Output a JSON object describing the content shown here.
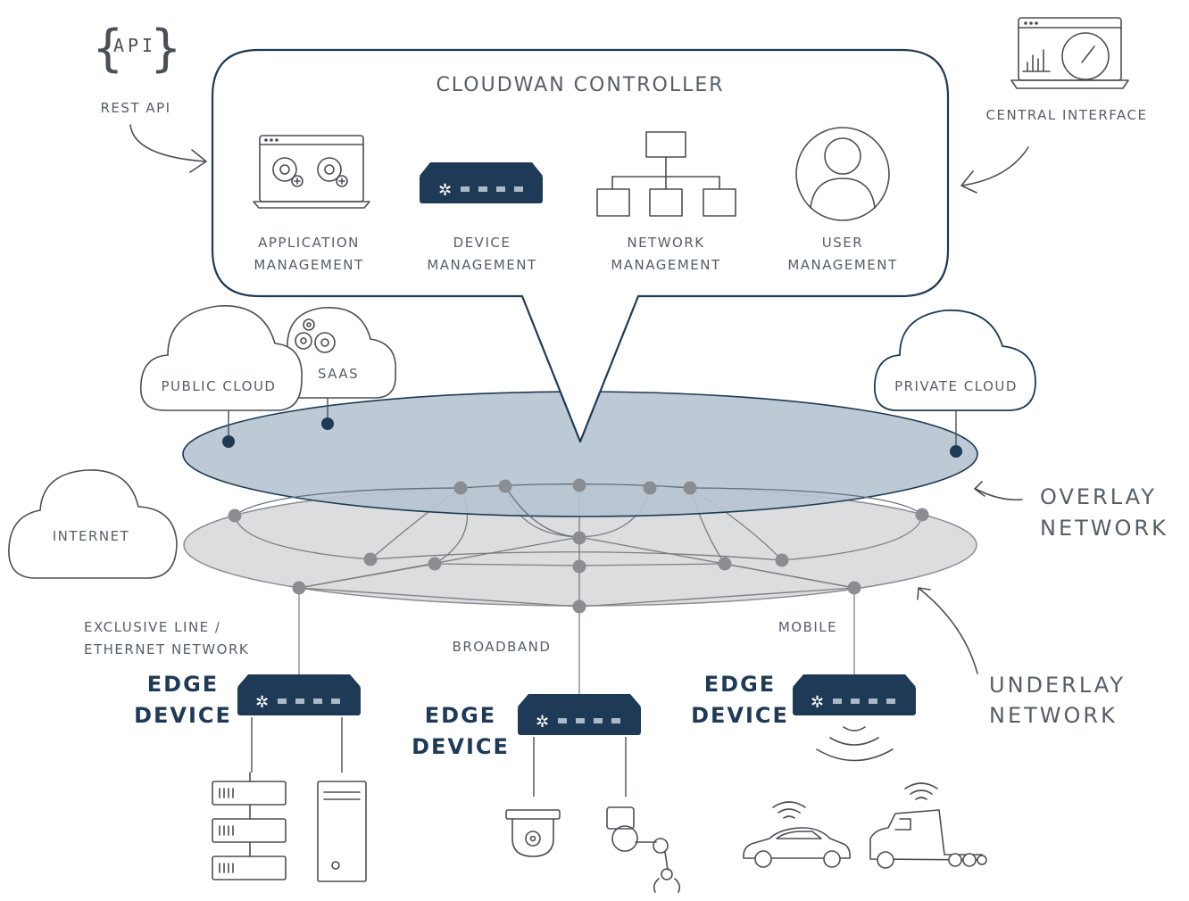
{
  "controller": {
    "title": "CLOUDWAN CONTROLLER",
    "modules": [
      {
        "line1": "APPLICATION",
        "line2": "MANAGEMENT",
        "icon": "app-gears-icon"
      },
      {
        "line1": "DEVICE",
        "line2": "MANAGEMENT",
        "icon": "router-icon"
      },
      {
        "line1": "NETWORK",
        "line2": "MANAGEMENT",
        "icon": "org-tree-icon"
      },
      {
        "line1": "USER",
        "line2": "MANAGEMENT",
        "icon": "user-icon"
      }
    ]
  },
  "api": {
    "glyph": "API",
    "label": "REST API"
  },
  "central": {
    "label": "CENTRAL INTERFACE"
  },
  "clouds": {
    "public": "PUBLIC CLOUD",
    "saas": "SAAS",
    "private": "PRIVATE CLOUD",
    "internet": "INTERNET"
  },
  "overlay": {
    "line1": "OVERLAY",
    "line2": "NETWORK"
  },
  "underlay": {
    "line1": "UNDERLAY",
    "line2": "NETWORK"
  },
  "links": {
    "exclusive_line1": "EXCLUSIVE LINE /",
    "exclusive_line2": "ETHERNET NETWORK",
    "broadband": "BROADBAND",
    "mobile": "MOBILE"
  },
  "edge": {
    "line1": "EDGE",
    "line2": "DEVICE"
  },
  "colors": {
    "navy": "#1e3a56",
    "overlay_fill": "#b6c4d0",
    "underlay_fill": "#dcdddf",
    "node": "#8a8d91"
  }
}
